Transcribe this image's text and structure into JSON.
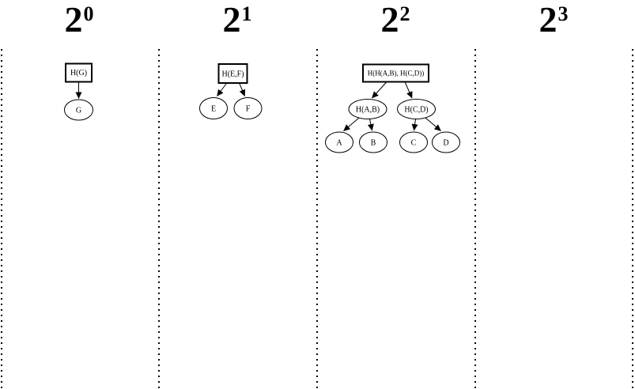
{
  "figure": {
    "description_colors": {
      "ink": "#000000",
      "background": "#ffffff"
    },
    "headers": [
      {
        "base": "2",
        "exp": "0"
      },
      {
        "base": "2",
        "exp": "1"
      },
      {
        "base": "2",
        "exp": "2"
      },
      {
        "base": "2",
        "exp": "3"
      }
    ],
    "trees": {
      "t0": {
        "root": "H(G)",
        "leaf0": "G"
      },
      "t1": {
        "root": "H(E,F)",
        "leaf0": "E",
        "leaf1": "F"
      },
      "t2": {
        "root": "H(H(A,B), H(C,D))",
        "mid0": "H(A,B)",
        "mid1": "H(C,D)",
        "leaf0": "A",
        "leaf1": "B",
        "leaf2": "C",
        "leaf3": "D"
      }
    }
  }
}
